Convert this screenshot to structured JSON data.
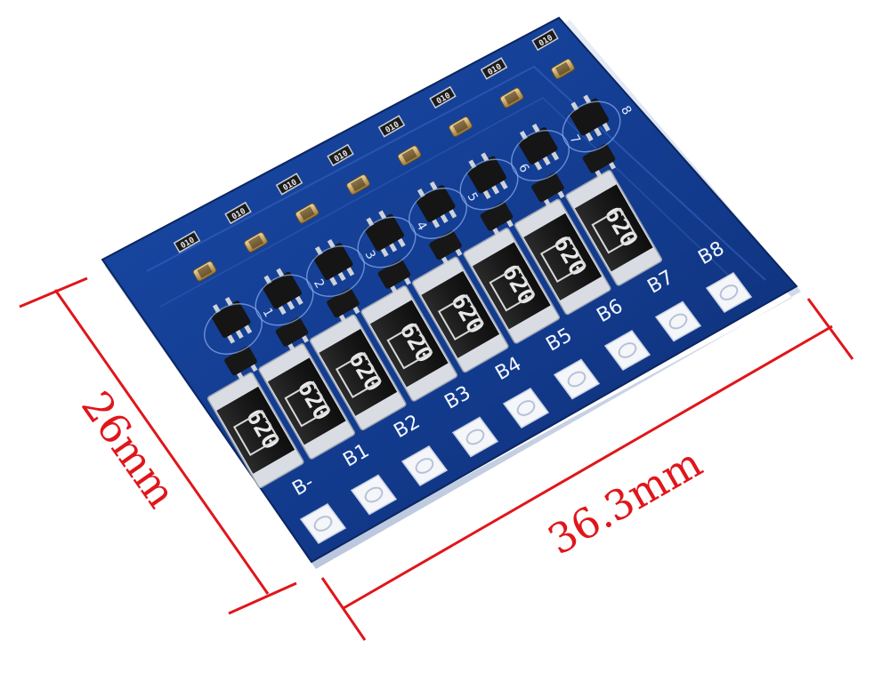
{
  "dimensions": {
    "height_label": "26mm",
    "width_label": "36.3mm",
    "line_color": "#e0161b"
  },
  "board": {
    "pcb_color": "#123a8c",
    "pad_labels": [
      "B-",
      "B1",
      "B2",
      "B3",
      "B4",
      "B5",
      "B6",
      "B7",
      "B8"
    ],
    "resistor_code": "620",
    "small_resistor_code": "010",
    "channel_labels": [
      "1",
      "2",
      "3",
      "4",
      "5",
      "6",
      "7",
      "8"
    ]
  }
}
